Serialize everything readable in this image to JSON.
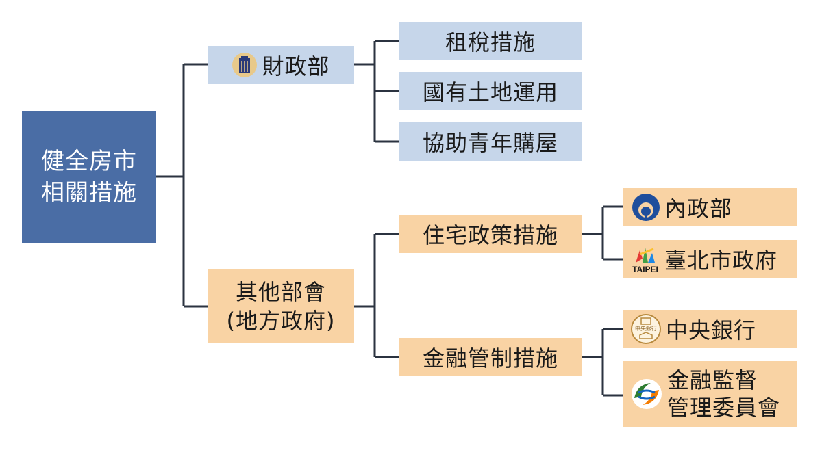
{
  "root": {
    "line1": "健全房市",
    "line2": "相關措施"
  },
  "mof": {
    "label": "財政部",
    "logo": "ministry-of-finance-emblem"
  },
  "mof_children": [
    "租稅措施",
    "國有土地運用",
    "協助青年購屋"
  ],
  "other": {
    "line1": "其他部會",
    "line2": "(地方政府)"
  },
  "housing": {
    "label": "住宅政策措施"
  },
  "housing_children": [
    {
      "label": "內政部",
      "logo": "ministry-of-interior-emblem"
    },
    {
      "label": "臺北市政府",
      "logo": "taipei-city-logo",
      "logo_text": "TAIPEI"
    }
  ],
  "finance": {
    "label": "金融管制措施"
  },
  "finance_children": [
    {
      "label": "中央銀行",
      "logo": "central-bank-emblem",
      "logo_text": "中央銀行"
    },
    {
      "line1": "金融監督",
      "line2": "管理委員會",
      "logo": "fsc-logo"
    }
  ],
  "colors": {
    "root": "#4a6da5",
    "blue": "#c6d6ea",
    "peach": "#f9d3a4",
    "line": "#2b3340"
  }
}
